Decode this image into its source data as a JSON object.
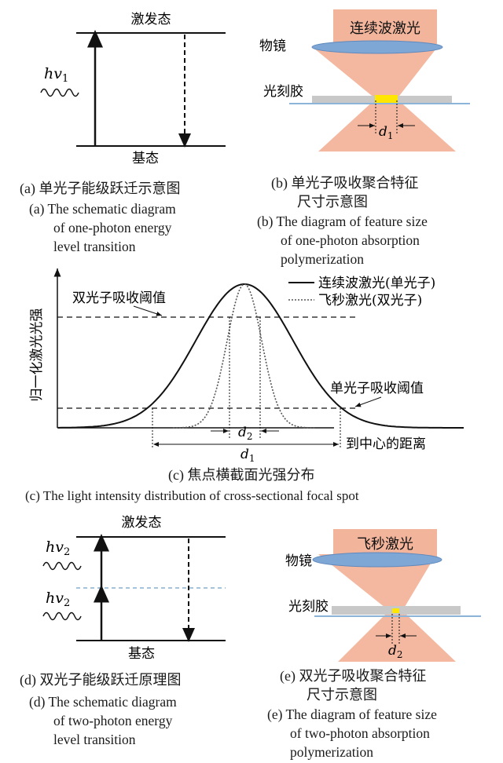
{
  "panel_a": {
    "top_label": "激发态",
    "bottom_label": "基态",
    "photon_label": "hv",
    "photon_sub": "1",
    "caption_cn": "(a) 单光子能级跃迁示意图",
    "caption_en_1": "(a) The schematic diagram",
    "caption_en_2": "of one-photon energy",
    "caption_en_3": "level transition"
  },
  "panel_b": {
    "laser_label": "连续波激光",
    "objective_label": "物镜",
    "resist_label": "光刻胶",
    "size_label": "d",
    "size_sub": "1",
    "caption_cn_1": "(b) 单光子吸收聚合特征",
    "caption_cn_2": "尺寸示意图",
    "caption_en_1": "(b) The diagram of feature size",
    "caption_en_2": "of one-photon absorption",
    "caption_en_3": "polymerization"
  },
  "panel_c": {
    "ylabel": "归一化激光光强",
    "xlabel": "到中心的距离",
    "legend_cw": "连续波激光(单光子)",
    "legend_fs": "飞秒激光(双光子)",
    "threshold_two": "双光子吸收阈值",
    "threshold_one": "单光子吸收阈值",
    "d1_label": "d",
    "d1_sub": "1",
    "d2_label": "d",
    "d2_sub": "2",
    "caption_cn": "(c) 焦点横截面光强分布",
    "caption_en": "(c) The light intensity distribution of cross-sectional focal spot"
  },
  "panel_d": {
    "top_label": "激发态",
    "bottom_label": "基态",
    "photon_label": "hv",
    "photon_sub": "2",
    "caption_cn": "(d) 双光子能级跃迁原理图",
    "caption_en_1": "(d) The schematic diagram",
    "caption_en_2": "of two-photon energy",
    "caption_en_3": "level transition"
  },
  "panel_e": {
    "laser_label": "飞秒激光",
    "objective_label": "物镜",
    "resist_label": "光刻胶",
    "size_label": "d",
    "size_sub": "2",
    "caption_cn_1": "(e) 双光子吸收聚合特征",
    "caption_cn_2": "尺寸示意图",
    "caption_en_1": "(e) The diagram of feature size",
    "caption_en_2": "of two-photon absorption",
    "caption_en_3": "polymerization"
  },
  "colors": {
    "laser": "#f4b8a0",
    "laser_box": "#f2b59c",
    "lens": "#7fa7d6",
    "resist": "#c8c8c8",
    "substrate": "#8cb4d8",
    "focus_one": "#ffe600",
    "focus_two": "#ffe600",
    "line": "#111111"
  }
}
